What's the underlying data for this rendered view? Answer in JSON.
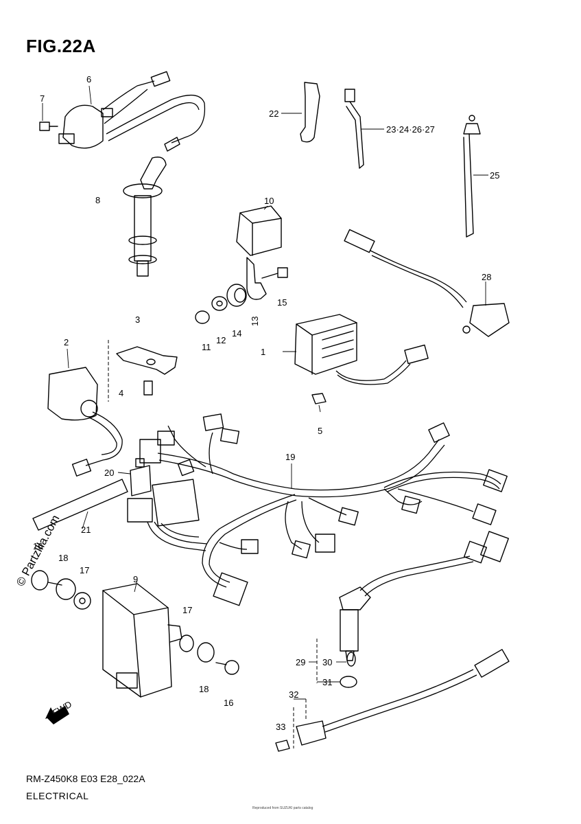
{
  "figure": {
    "title": "FIG.22A"
  },
  "callouts": [
    {
      "id": "c1",
      "label": "1"
    },
    {
      "id": "c2",
      "label": "2"
    },
    {
      "id": "c3",
      "label": "3"
    },
    {
      "id": "c4",
      "label": "4"
    },
    {
      "id": "c5",
      "label": "5"
    },
    {
      "id": "c6",
      "label": "6"
    },
    {
      "id": "c7",
      "label": "7"
    },
    {
      "id": "c8",
      "label": "8"
    },
    {
      "id": "c9",
      "label": "9"
    },
    {
      "id": "c10",
      "label": "10"
    },
    {
      "id": "c11",
      "label": "11"
    },
    {
      "id": "c12",
      "label": "12"
    },
    {
      "id": "c13",
      "label": "13"
    },
    {
      "id": "c14",
      "label": "14"
    },
    {
      "id": "c15",
      "label": "15"
    },
    {
      "id": "c16",
      "label": "16"
    },
    {
      "id": "c16b",
      "label": "16"
    },
    {
      "id": "c17",
      "label": "17"
    },
    {
      "id": "c17b",
      "label": "17"
    },
    {
      "id": "c18",
      "label": "18"
    },
    {
      "id": "c18b",
      "label": "18"
    },
    {
      "id": "c19",
      "label": "19"
    },
    {
      "id": "c20",
      "label": "20"
    },
    {
      "id": "c21",
      "label": "21"
    },
    {
      "id": "c22",
      "label": "22"
    },
    {
      "id": "c23",
      "label": "23·24·26·27"
    },
    {
      "id": "c25",
      "label": "25"
    },
    {
      "id": "c28",
      "label": "28"
    },
    {
      "id": "c29",
      "label": "29"
    },
    {
      "id": "c30",
      "label": "30"
    },
    {
      "id": "c31",
      "label": "31"
    },
    {
      "id": "c32",
      "label": "32"
    },
    {
      "id": "c33",
      "label": "33"
    }
  ],
  "fwd_label": "FWD",
  "watermark": "© Partzilla.com",
  "footer": {
    "code": "RM-Z450K8 E03 E28_022A",
    "section": "ELECTRICAL",
    "fine_print": "Reproduced from SUZUKI parts catalog"
  }
}
